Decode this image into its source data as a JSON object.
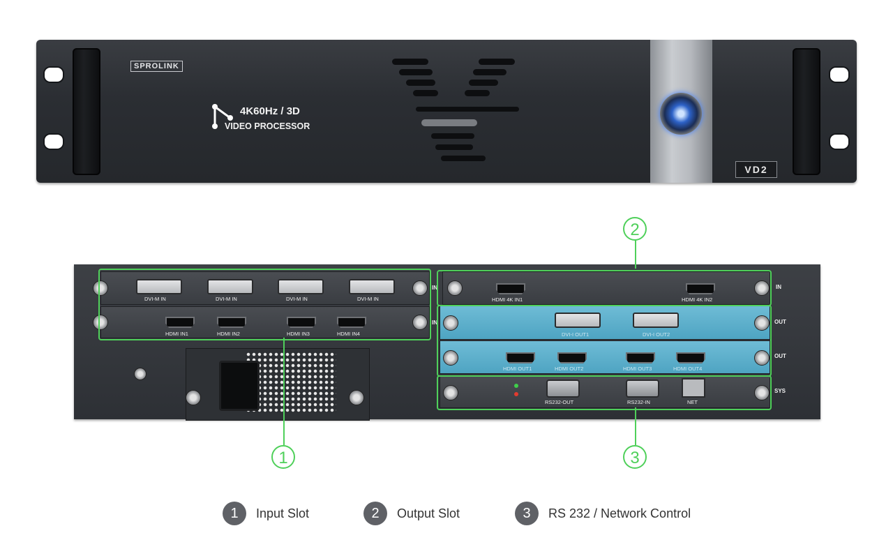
{
  "front_panel": {
    "brand_logo": "SPROLINK",
    "model_line1": "4K60Hz / 3D",
    "model_line2": "VIDEO PROCESSOR",
    "model_badge": "VD2"
  },
  "rear_panel": {
    "input_card1": {
      "ports": [
        "DVI-M  IN",
        "DVI-M  IN",
        "DVI-M  IN",
        "DVI-M  IN"
      ],
      "side_label": "IN"
    },
    "input_card2": {
      "ports": [
        "HDMI  IN1",
        "HDMI  IN2",
        "HDMI  IN3",
        "HDMI  IN4"
      ],
      "side_label": "IN"
    },
    "hdmi4k_card": {
      "ports": [
        "HDMI 4K IN1",
        "HDMI 4K IN2"
      ],
      "side_label": "IN"
    },
    "dvi_out_card": {
      "ports": [
        "DVI-I OUT1",
        "DVI-I OUT2"
      ],
      "side_label": "OUT"
    },
    "hdmi_out_card": {
      "ports": [
        "HDMI OUT1",
        "HDMI OUT2",
        "HDMI OUT3",
        "HDMI OUT4"
      ],
      "side_label": "OUT"
    },
    "sys_card": {
      "ports": [
        "RS232-OUT",
        "RS232-IN",
        "NET"
      ],
      "side_label": "SYS"
    }
  },
  "callouts": [
    "1",
    "2",
    "3"
  ],
  "legend": [
    {
      "number": "1",
      "label": "Input Slot"
    },
    {
      "number": "2",
      "label": "Output Slot"
    },
    {
      "number": "3",
      "label": "RS 232 / Network Control"
    }
  ],
  "colors": {
    "highlight": "#4fd05a",
    "legend_badge": "#5f6166",
    "output_card": "#5fb0cc"
  }
}
